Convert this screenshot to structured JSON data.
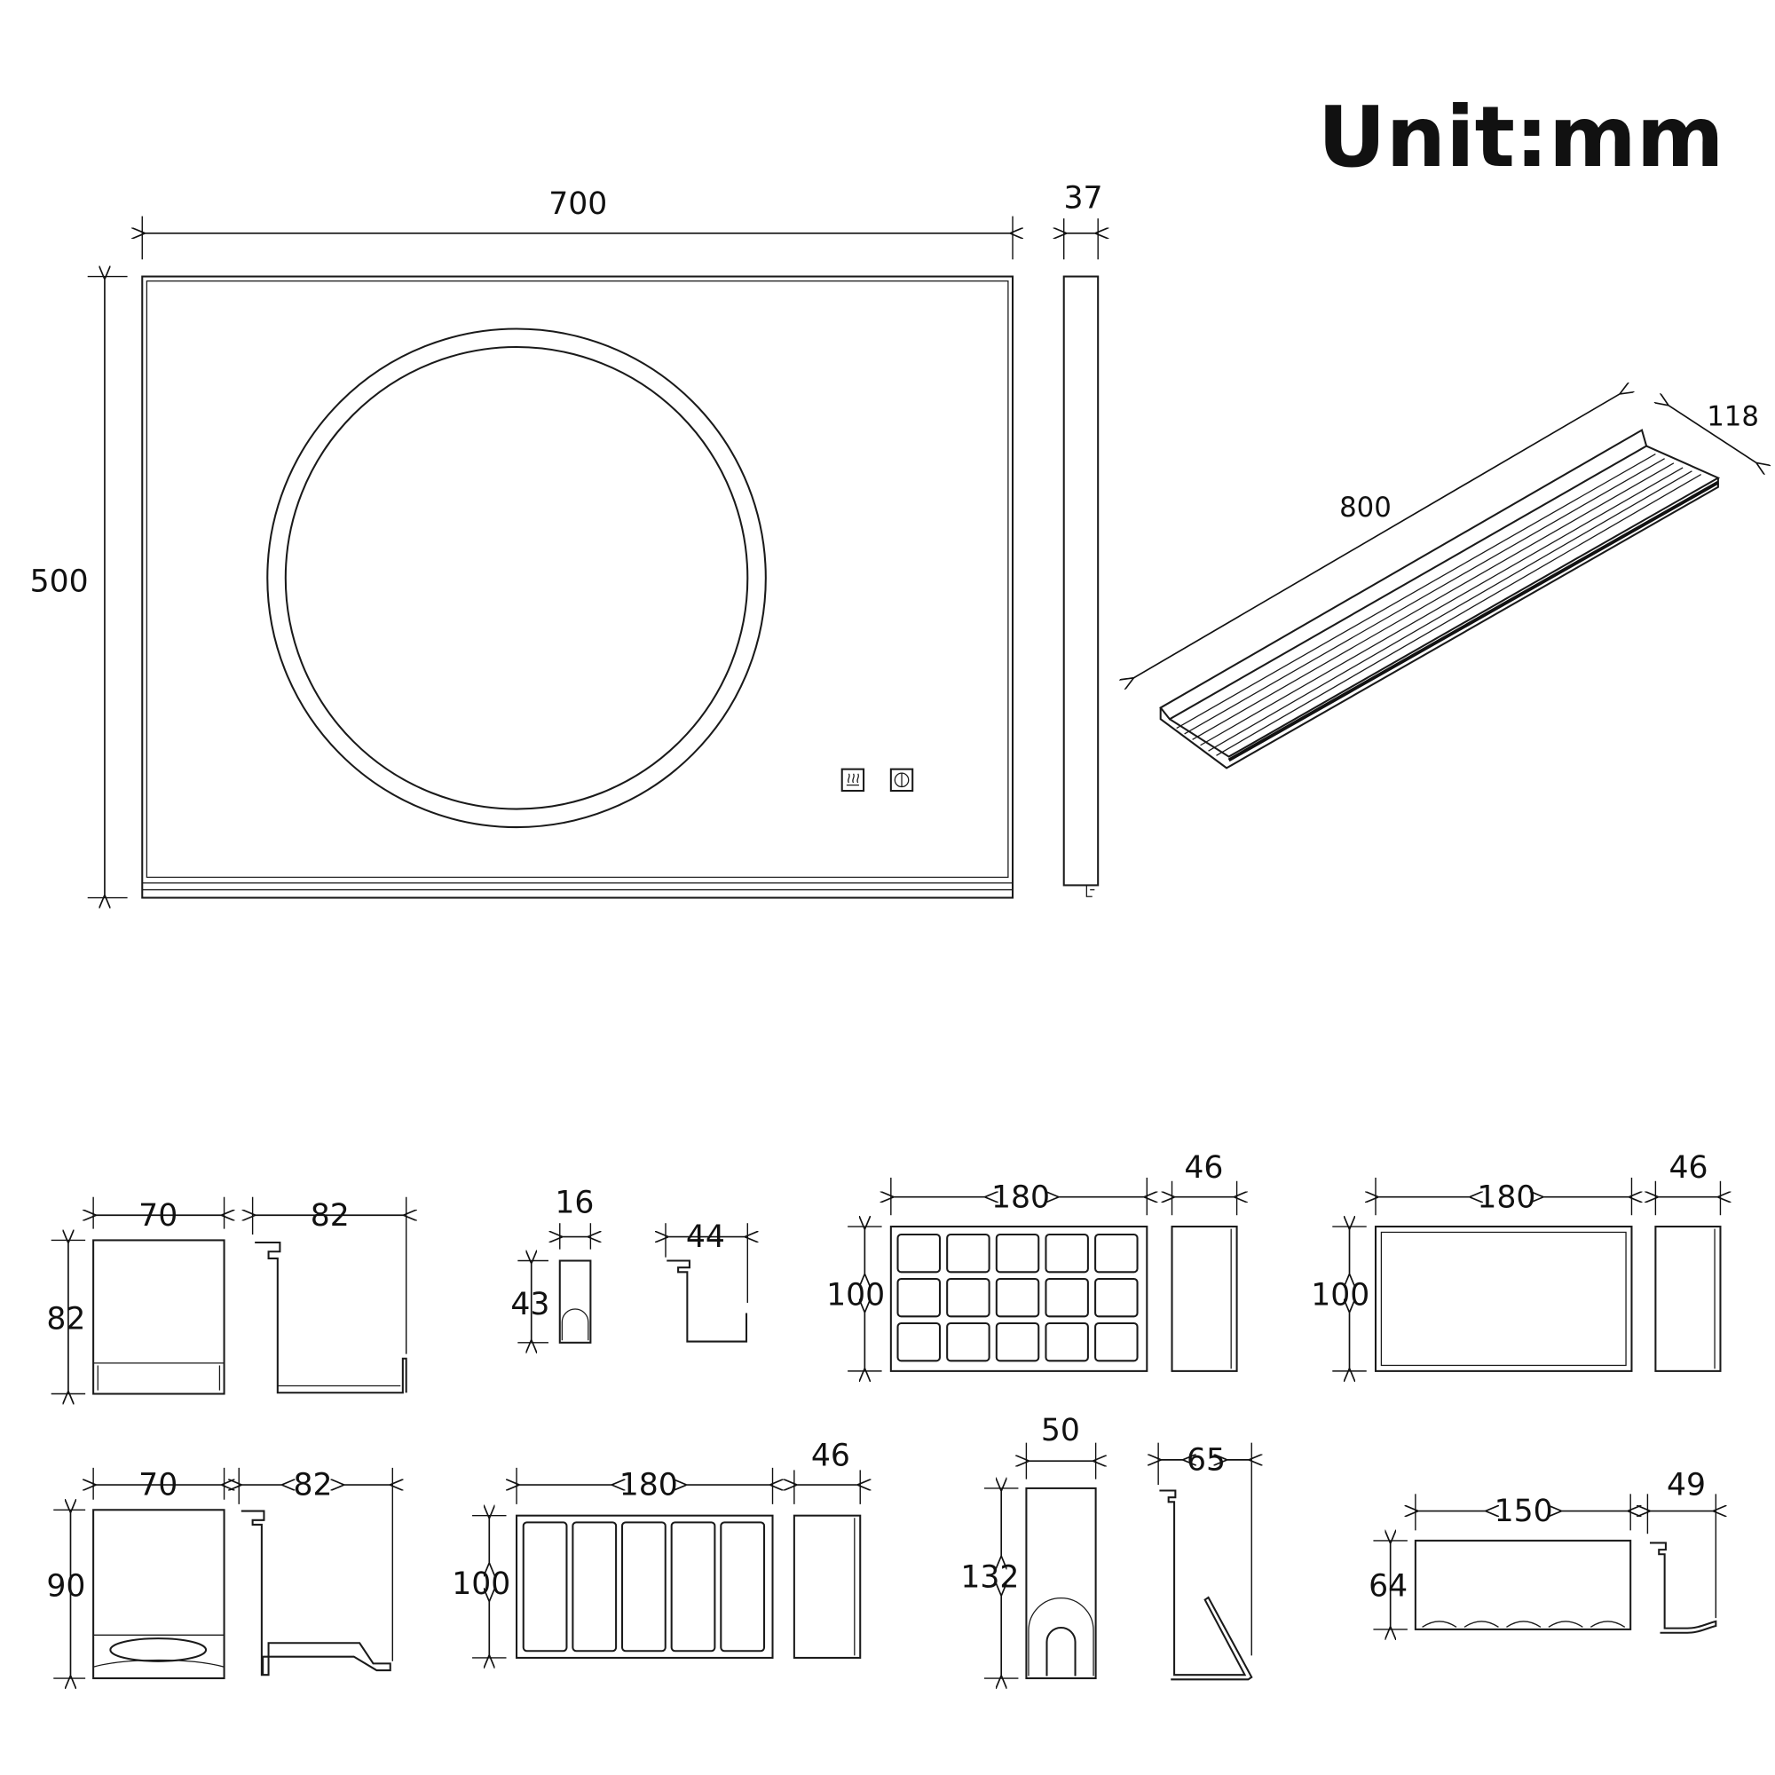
{
  "title": "Unit:mm",
  "mirror": {
    "width": "700",
    "height": "500",
    "depth": "37",
    "buttons": [
      "defog-icon",
      "power-icon"
    ]
  },
  "shelf": {
    "length": "800",
    "depth": "118"
  },
  "accessories": {
    "cup_holder": {
      "width": "70",
      "height": "82",
      "depth": "82"
    },
    "hook": {
      "width": "16",
      "height": "43",
      "depth": "44"
    },
    "grid_box": {
      "width": "180",
      "height": "100",
      "depth": "46"
    },
    "plain_box": {
      "width": "180",
      "height": "100",
      "depth": "46"
    },
    "tumbler_holder": {
      "width": "70",
      "height": "90",
      "depth": "82"
    },
    "slot_box": {
      "width": "180",
      "height": "100",
      "depth": "46"
    },
    "dryer_holder": {
      "width": "50",
      "height": "132",
      "depth": "65"
    },
    "toothbrush_rack": {
      "width": "150",
      "height": "64",
      "depth": "49"
    }
  }
}
